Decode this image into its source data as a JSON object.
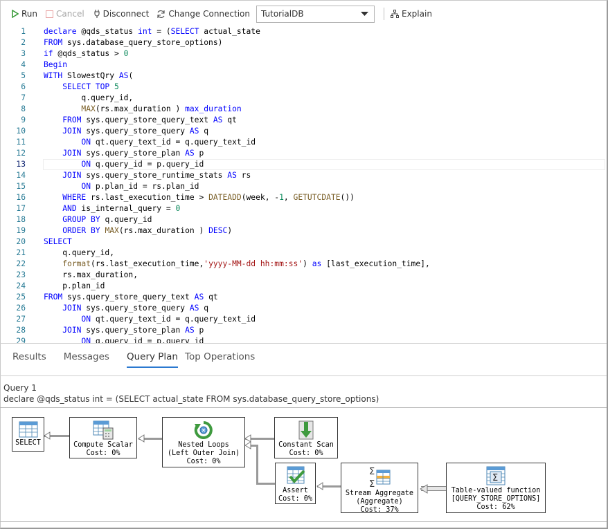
{
  "toolbar": {
    "run_label": "Run",
    "cancel_label": "Cancel",
    "disconnect_label": "Disconnect",
    "change_connection_label": "Change Connection",
    "database_selected": "TutorialDB",
    "explain_label": "Explain"
  },
  "editor": {
    "current_line": 13,
    "lines": [
      {
        "n": "1",
        "html": "<span class='kw'>declare</span> @qds_status <span class='kw'>int</span> = (<span class='kw'>SELECT</span> actual_state"
      },
      {
        "n": "2",
        "html": "<span class='kw'>FROM</span> sys.database_query_store_options)"
      },
      {
        "n": "3",
        "html": "<span class='kw'>if</span> @qds_status &gt; <span class='num'>0</span>"
      },
      {
        "n": "4",
        "html": "<span class='kw'>Begin</span>"
      },
      {
        "n": "5",
        "html": "<span class='kw'>WITH</span> SlowestQry <span class='kw'>AS</span>("
      },
      {
        "n": "6",
        "html": "    <span class='kw'>SELECT TOP</span> <span class='num'>5</span>"
      },
      {
        "n": "7",
        "html": "        q.query_id,"
      },
      {
        "n": "8",
        "html": "        <span class='fn'>MAX</span>(rs.max_duration ) <span class='kw'>max_duration</span>"
      },
      {
        "n": "9",
        "html": "    <span class='kw'>FROM</span> sys.query_store_query_text <span class='kw'>AS</span> qt"
      },
      {
        "n": "10",
        "html": "    <span class='kw'>JOIN</span> sys.query_store_query <span class='kw'>AS</span> q"
      },
      {
        "n": "11",
        "html": "        <span class='kw'>ON</span> qt.query_text_id = q.query_text_id"
      },
      {
        "n": "12",
        "html": "    <span class='kw'>JOIN</span> sys.query_store_plan <span class='kw'>AS</span> p"
      },
      {
        "n": "13",
        "html": "        <span class='kw'>ON</span> q.query_id = p.query_id"
      },
      {
        "n": "14",
        "html": "    <span class='kw'>JOIN</span> sys.query_store_runtime_stats <span class='kw'>AS</span> rs"
      },
      {
        "n": "15",
        "html": "        <span class='kw'>ON</span> p.plan_id = rs.plan_id"
      },
      {
        "n": "16",
        "html": "    <span class='kw'>WHERE</span> rs.last_execution_time &gt; <span class='fn'>DATEADD</span>(week, -<span class='num'>1</span>, <span class='fn'>GETUTCDATE</span>())"
      },
      {
        "n": "17",
        "html": "    <span class='kw'>AND</span> is_internal_query = <span class='num'>0</span>"
      },
      {
        "n": "18",
        "html": "    <span class='kw'>GROUP BY</span> q.query_id"
      },
      {
        "n": "19",
        "html": "    <span class='kw'>ORDER BY</span> <span class='fn'>MAX</span>(rs.max_duration ) <span class='kw'>DESC</span>)"
      },
      {
        "n": "20",
        "html": "<span class='kw'>SELECT</span>"
      },
      {
        "n": "21",
        "html": "    q.query_id,"
      },
      {
        "n": "22",
        "html": "    <span class='fn'>format</span>(rs.last_execution_time,<span class='str'>'yyyy-MM-dd hh:mm:ss'</span>) <span class='kw'>as</span> [last_execution_time],"
      },
      {
        "n": "23",
        "html": "    rs.max_duration,"
      },
      {
        "n": "24",
        "html": "    p.plan_id"
      },
      {
        "n": "25",
        "html": "<span class='kw'>FROM</span> sys.query_store_query_text <span class='kw'>AS</span> qt"
      },
      {
        "n": "26",
        "html": "    <span class='kw'>JOIN</span> sys.query_store_query <span class='kw'>AS</span> q"
      },
      {
        "n": "27",
        "html": "        <span class='kw'>ON</span> qt.query_text_id = q.query_text_id"
      },
      {
        "n": "28",
        "html": "    <span class='kw'>JOIN</span> sys.query_store_plan <span class='kw'>AS</span> p"
      },
      {
        "n": "29",
        "html": "        <span class='kw'>ON</span> q.query_id = p.query_id"
      }
    ]
  },
  "results": {
    "tabs": [
      "Results",
      "Messages",
      "Query Plan",
      "Top Operations"
    ],
    "active_tab": "Query Plan"
  },
  "plan": {
    "query_title": "Query 1",
    "query_text": "declare @qds_status int = (SELECT actual_state FROM sys.database_query_store_options)",
    "nodes": {
      "select": {
        "label": "SELECT",
        "icon": "select-icon"
      },
      "compute_scalar": {
        "label": "Compute Scalar",
        "cost": "Cost: 0%",
        "icon": "compute-scalar-icon"
      },
      "nested_loops": {
        "label": "Nested Loops",
        "sub": "(Left Outer Join)",
        "cost": "Cost: 0%",
        "icon": "nested-loops-icon"
      },
      "constant_scan": {
        "label": "Constant Scan",
        "cost": "Cost: 0%",
        "icon": "constant-scan-icon"
      },
      "assert": {
        "label": "Assert",
        "cost": "Cost: 0%",
        "icon": "assert-icon"
      },
      "stream_aggregate": {
        "label": "Stream Aggregate",
        "sub": "(Aggregate)",
        "cost": "Cost: 37%",
        "icon": "stream-aggregate-icon"
      },
      "table_valued_function": {
        "label": "Table-valued function",
        "sub": "[QUERY_STORE_OPTIONS]",
        "cost": "Cost: 62%",
        "icon": "table-valued-function-icon"
      }
    }
  }
}
